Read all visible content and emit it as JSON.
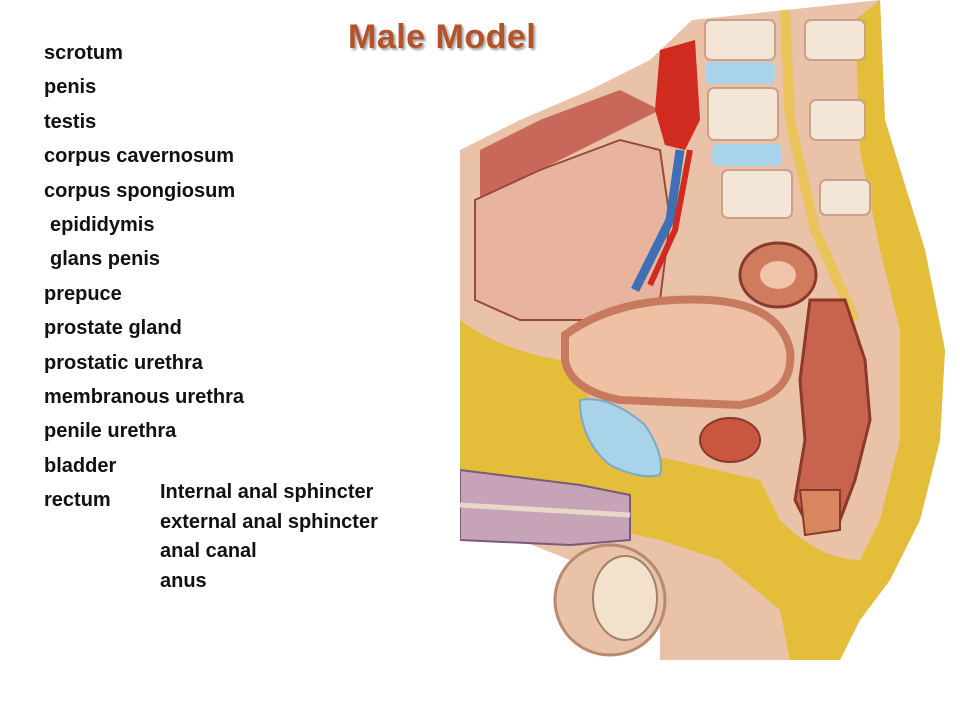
{
  "title": "Male Model",
  "terms": [
    "scrotum",
    "penis",
    "testis",
    "corpus cavernosum",
    "corpus spongiosum",
    "epididymis",
    "glans penis",
    "prepuce",
    "prostate gland",
    "prostatic urethra",
    "membranous urethra",
    "penile urethra",
    "bladder",
    "rectum"
  ],
  "extra_terms": [
    "Internal anal sphincter",
    "external anal sphincter",
    "anal canal",
    "anus"
  ],
  "colors": {
    "title": "#b4532a",
    "label_text": "#111111",
    "skin": "#e9c2a8",
    "fat": "#e4bd3b",
    "muscle": "#c9675a",
    "bone": "#f3e6d6",
    "disc": "#a9d3e8",
    "aorta": "#d12a1f",
    "vein": "#3f6fb5"
  }
}
